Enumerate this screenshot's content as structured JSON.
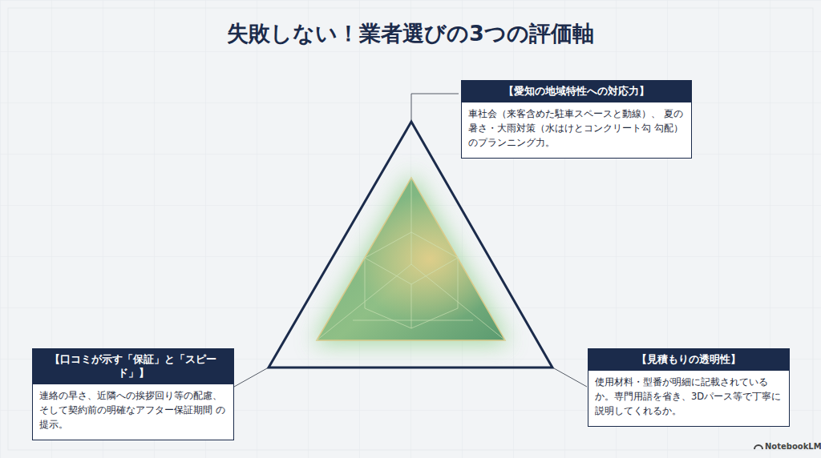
{
  "diagram": {
    "title": "失敗しない！業者選びの3つの評価軸",
    "nodes": [
      {
        "text": [
          "【愛知の地域特性への対応力】",
          "車社会（来客含めた駐車スペースと動線）、 夏の暑さ・大雨対策（水はけとコンクリート勾 勾配）のプランニング力。"
        ]
      },
      {
        "text": [
          "【口コミが示す「保証」と「スピード」】",
          "連絡の早さ、近隣への挨拶回り等の配慮、 そして契約前の明確なアフター保証期間 の提示。"
        ]
      },
      {
        "text": [
          "【見積もりの透明性】",
          "使用材料・型番が明細に記載されている か。専門用語を省き、3Dパース等で丁寧に 説明してくれるか。"
        ]
      }
    ],
    "labels": [
      "NotebookLM"
    ]
  }
}
